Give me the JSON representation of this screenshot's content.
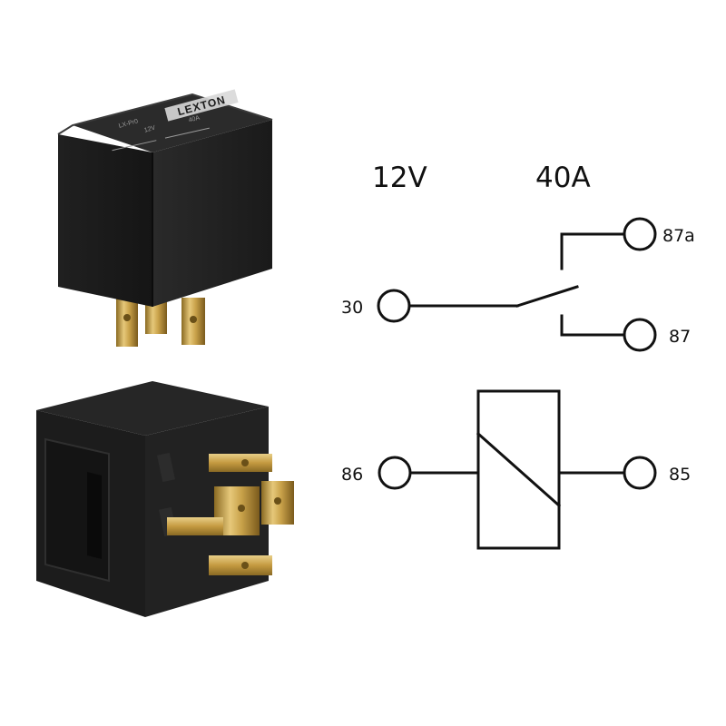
{
  "diagram": {
    "rating_voltage": "12V",
    "rating_current": "40A",
    "pins": {
      "p30": "30",
      "p87a": "87a",
      "p87": "87",
      "p86": "86",
      "p85": "85"
    }
  },
  "product": {
    "brand": "LEXTON",
    "model": "LX-Pr0",
    "print_voltage": "12V",
    "print_current": "40A"
  },
  "colors": {
    "relay_body": "#1c1c1c",
    "terminal_brass": "#c9a24a",
    "line": "#111111"
  }
}
